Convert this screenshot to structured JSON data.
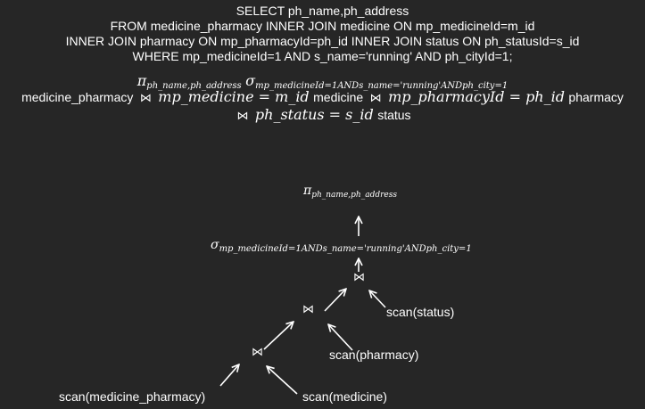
{
  "sql": {
    "line1": "SELECT ph_name,ph_address",
    "line2": "FROM medicine_pharmacy INNER JOIN medicine ON mp_medicineId=m_id",
    "line3": "INNER JOIN pharmacy ON mp_pharmacyId=ph_id INNER JOIN status ON ph_statusId=s_id",
    "line4": "WHERE mp_medicineId=1 AND s_name='running' AND ph_cityId=1;"
  },
  "algebra": {
    "pi": "π",
    "pi_sub": "ph_name,ph_address",
    "sigma": "σ",
    "sigma_sub": "mp_medicineId=1ANDs_name='running'ANDph_city=1",
    "join_symbol": "⋈",
    "rel1": "medicine_pharmacy",
    "cond1": "mp_medicine = m_id",
    "rel2": "medicine",
    "cond2": "mp_pharmacyId = ph_id",
    "rel3": "pharmacy",
    "cond3": "ph_status = s_id",
    "rel4": "status"
  },
  "tree": {
    "pi": "π",
    "pi_sub": "ph_name,ph_address",
    "sigma": "σ",
    "sigma_sub": "mp_medicineId=1ANDs_name='running'ANDph_city=1",
    "join_top": "⋈",
    "join_mid": "⋈",
    "join_low": "⋈",
    "scan_status": "scan(status)",
    "scan_pharmacy": "scan(pharmacy)",
    "scan_medicine_pharmacy": "scan(medicine_pharmacy)",
    "scan_medicine": "scan(medicine)"
  },
  "colors": {
    "background": "#262626",
    "foreground": "#ffffff"
  }
}
